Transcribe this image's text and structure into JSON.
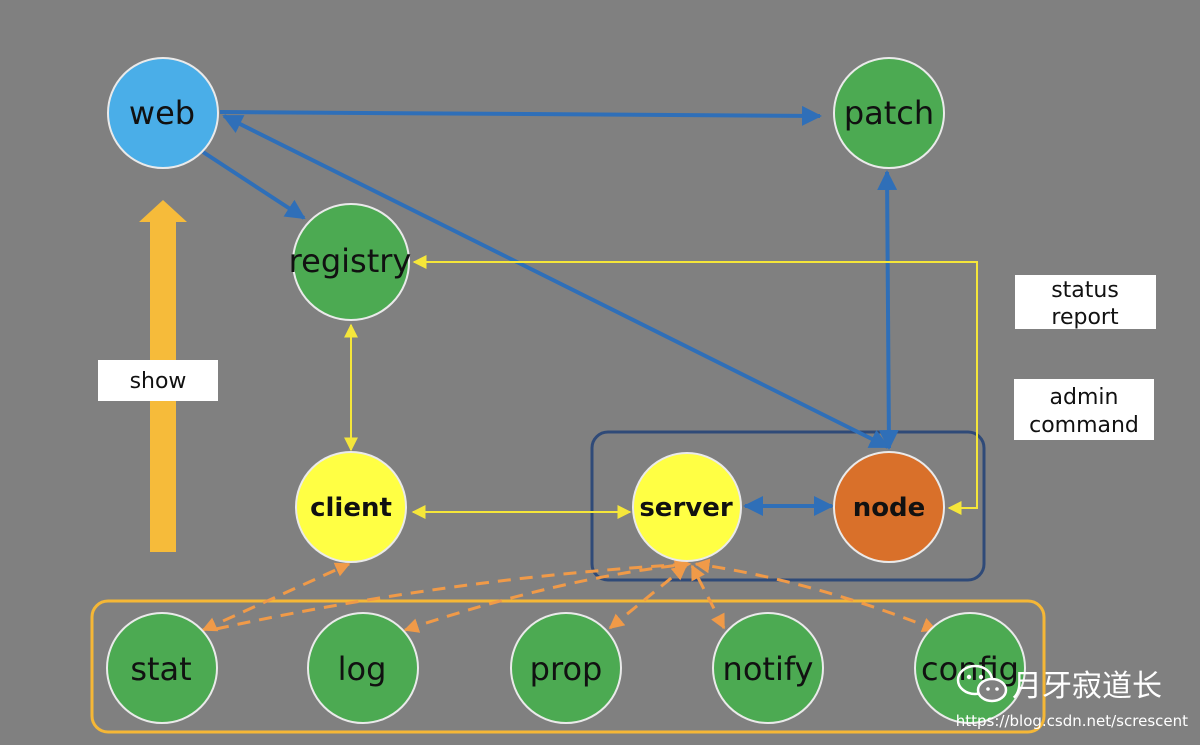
{
  "colors": {
    "background": "#808080",
    "blue_arrow": "#2f6fb8",
    "yellow_arrow": "#f5e63a",
    "orange_dashed": "#f09a48",
    "web_fill": "#4aaee8",
    "green_fill": "#4caa52",
    "yellow_fill": "#ffff44",
    "orange_fill": "#d9702a",
    "group_box_blue": "#2f4a78",
    "group_box_orange": "#f5b736",
    "show_arrow": "#f6bb3a",
    "label_box": "#ffffff"
  },
  "nodes": {
    "web": "web",
    "patch": "patch",
    "registry": "registry",
    "client": "client",
    "server": "server",
    "node": "node",
    "stat": "stat",
    "log": "log",
    "prop": "prop",
    "notify": "notify",
    "config": "config"
  },
  "labels": {
    "show": "show",
    "status_report_line1": "status",
    "status_report_line2": "report",
    "admin_command_line1": "admin",
    "admin_command_line2": "command"
  },
  "watermark": {
    "name": "月牙寂道长",
    "url": "https://blog.csdn.net/screscent",
    "icon": "wechat-icon"
  }
}
